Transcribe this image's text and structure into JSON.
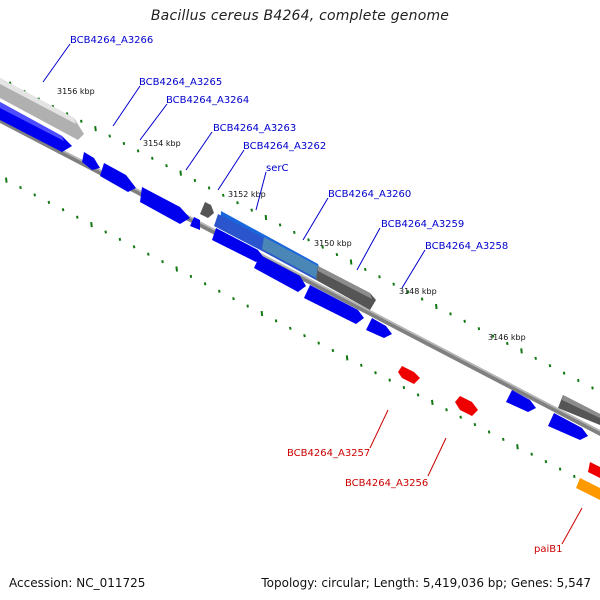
{
  "title": "Bacillus cereus B4264, complete genome",
  "footer": {
    "accession": "Accession: NC_011725",
    "topology": "Topology: circular; Length: 5,419,036 bp; Genes: 5,547"
  },
  "colors": {
    "forward_gene": "#0000ee",
    "reverse_gene": "#ee0000",
    "other_gene": "#ff9900",
    "pseudo_gene": "#777777",
    "backbone": "#777777",
    "tick": "#117711"
  },
  "scale_labels": [
    "3156 kbp",
    "3154 kbp",
    "3152 kbp",
    "3150 kbp",
    "3148 kbp",
    "3146 kbp"
  ],
  "forward_labels": [
    "BCB4264_A3266",
    "BCB4264_A3265",
    "BCB4264_A3264",
    "BCB4264_A3263",
    "BCB4264_A3262",
    "serC",
    "BCB4264_A3260",
    "BCB4264_A3259",
    "BCB4264_A3258"
  ],
  "reverse_labels": [
    "BCB4264_A3257",
    "BCB4264_A3256",
    "paiB1"
  ]
}
